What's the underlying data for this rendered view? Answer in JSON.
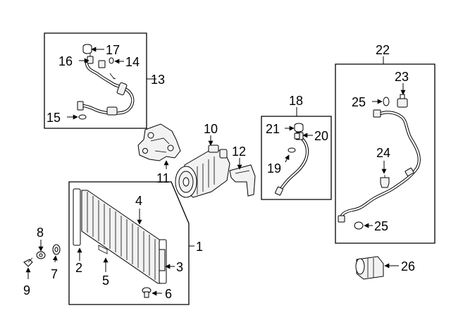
{
  "diagram": {
    "callouts": [
      "1",
      "2",
      "3",
      "4",
      "5",
      "6",
      "7",
      "8",
      "9",
      "10",
      "11",
      "12",
      "13",
      "14",
      "15",
      "16",
      "17",
      "18",
      "19",
      "20",
      "21",
      "22",
      "23",
      "24",
      "25",
      "25",
      "26"
    ]
  }
}
